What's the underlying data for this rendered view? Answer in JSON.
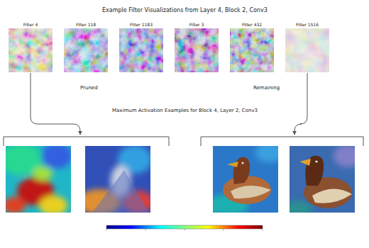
{
  "diagram": {
    "title": "Example Filter Visualizations from Layer 4, Block 2, Conv3",
    "nodes": [
      {
        "text": [
          "Filter 4"
        ]
      },
      {
        "text": [
          "Filter 118"
        ]
      },
      {
        "text": [
          "Filter 1183"
        ]
      },
      {
        "text": [
          "Filter 3"
        ]
      },
      {
        "text": [
          "Filter 432"
        ]
      },
      {
        "text": [
          "Filter 1516"
        ]
      }
    ],
    "labels": [
      "Pruned",
      "Remaining",
      "Maximum Activation Examples for Block 4, Layer 2, Conv3"
    ]
  }
}
